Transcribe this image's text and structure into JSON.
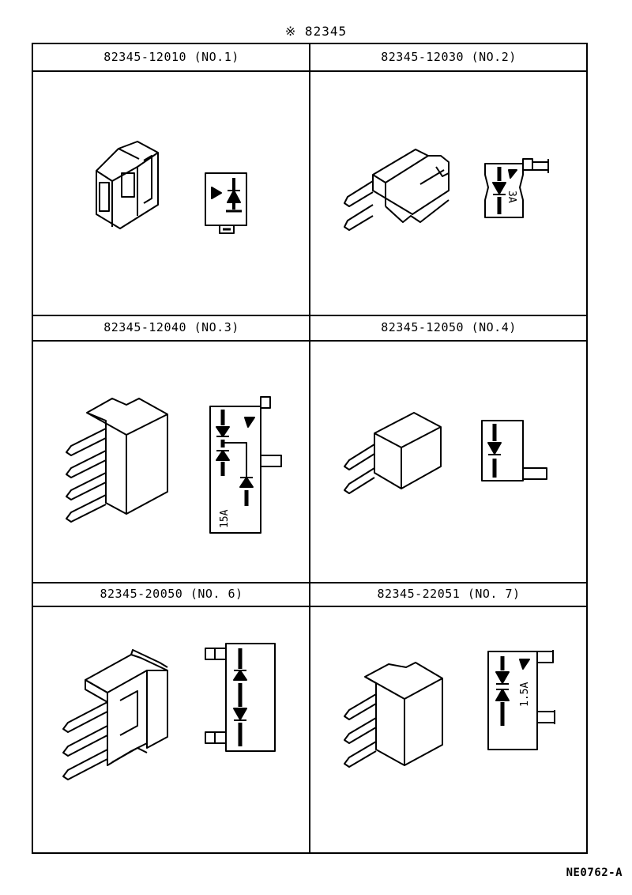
{
  "page": {
    "title": "※ 82345",
    "footer_code": "NE0762-A"
  },
  "cells": [
    {
      "label": "82345-12010 (NO.1)",
      "rating": ""
    },
    {
      "label": "82345-12030 (NO.2)",
      "rating": "3A"
    },
    {
      "label": "82345-12040 (NO.3)",
      "rating": "15A"
    },
    {
      "label": "82345-12050 (NO.4)",
      "rating": ""
    },
    {
      "label": "82345-20050 (NO. 6)",
      "rating": ""
    },
    {
      "label": "82345-22051 (NO. 7)",
      "rating": "1.5A"
    }
  ]
}
